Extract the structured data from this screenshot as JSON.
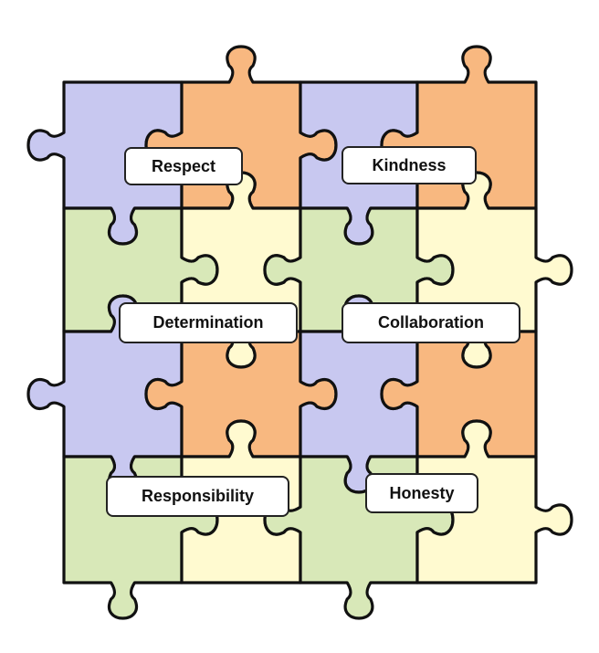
{
  "colors": {
    "purple": "#C8C8F0",
    "orange": "#F8B880",
    "green": "#D8E8B8",
    "cream": "#FFFAD0",
    "outline": "#111111"
  },
  "pieces": [
    {
      "id": "p00",
      "row": 0,
      "col": 0,
      "color": "purple"
    },
    {
      "id": "p01",
      "row": 0,
      "col": 1,
      "color": "orange"
    },
    {
      "id": "p02",
      "row": 0,
      "col": 2,
      "color": "purple"
    },
    {
      "id": "p03",
      "row": 0,
      "col": 3,
      "color": "orange"
    },
    {
      "id": "p10",
      "row": 1,
      "col": 0,
      "color": "green"
    },
    {
      "id": "p11",
      "row": 1,
      "col": 1,
      "color": "cream"
    },
    {
      "id": "p12",
      "row": 1,
      "col": 2,
      "color": "green"
    },
    {
      "id": "p13",
      "row": 1,
      "col": 3,
      "color": "cream"
    },
    {
      "id": "p20",
      "row": 2,
      "col": 0,
      "color": "purple"
    },
    {
      "id": "p21",
      "row": 2,
      "col": 1,
      "color": "orange"
    },
    {
      "id": "p22",
      "row": 2,
      "col": 2,
      "color": "purple"
    },
    {
      "id": "p23",
      "row": 2,
      "col": 3,
      "color": "orange"
    },
    {
      "id": "p30",
      "row": 3,
      "col": 0,
      "color": "green"
    },
    {
      "id": "p31",
      "row": 3,
      "col": 1,
      "color": "cream"
    },
    {
      "id": "p32",
      "row": 3,
      "col": 2,
      "color": "green"
    },
    {
      "id": "p33",
      "row": 3,
      "col": 3,
      "color": "cream"
    }
  ],
  "labels": {
    "respect": "Respect",
    "kindness": "Kindness",
    "determination": "Determination",
    "collaboration": "Collaboration",
    "responsibility": "Responsibility",
    "honesty": "Honesty"
  }
}
